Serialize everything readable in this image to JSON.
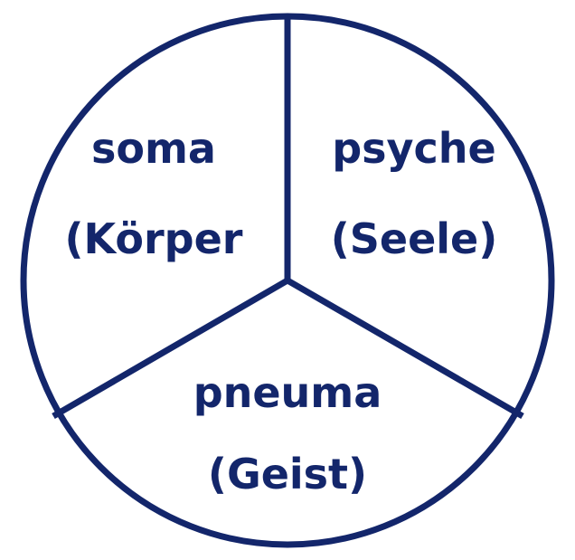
{
  "diagram": {
    "color": "#13266b",
    "background": "#ffffff",
    "segments": [
      {
        "name": "soma",
        "label": "soma",
        "translation": "(Körper"
      },
      {
        "name": "psyche",
        "label": "psyche",
        "translation": "(Seele)"
      },
      {
        "name": "pneuma",
        "label": "pneuma",
        "translation": "(Geist)"
      }
    ]
  }
}
